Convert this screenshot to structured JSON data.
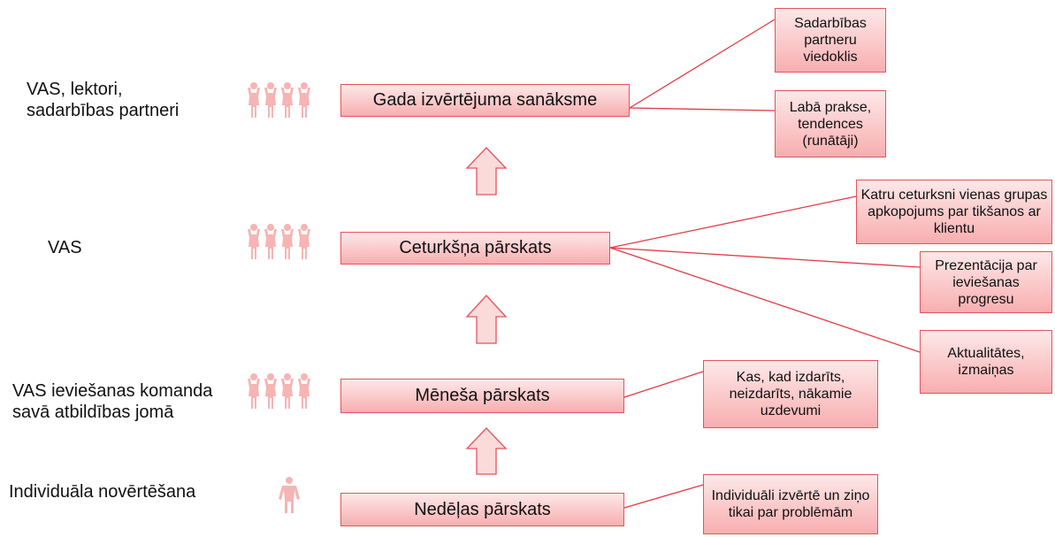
{
  "roles": {
    "annual": "VAS, lektori, sadarbības partneri",
    "quarterly": "VAS",
    "monthly": "VAS ieviešanas komanda savā atbildības jomā",
    "weekly": "Individuāla novērtēšana"
  },
  "meetings": {
    "annual": "Gada izvērtējuma sanāksme",
    "quarterly": "Ceturkšņa pārskats",
    "monthly": "Mēneša pārskats",
    "weekly": "Nedēļas pārskats"
  },
  "notes": {
    "annual_partners": "Sadarbības partneru viedoklis",
    "annual_practice": "Labā prakse, tendences (runātāji)",
    "quarterly_summary": "Katru ceturksni vienas grupas apkopojums par tikšanos ar klientu",
    "quarterly_presentation": "Prezentācija par ieviešanas progresu",
    "quarterly_news": "Aktualitātes, izmaiņas",
    "monthly_status": "Kas, kad izdarīts, neizdarīts, nākamie uzdevumi",
    "weekly_individual": "Individuāli izvērtē un ziņo tikai par problēmām"
  },
  "colors": {
    "box_border": "#e4545a",
    "box_fill_top": "#fde8e8",
    "box_fill_bottom": "#f8aeb0",
    "connector": "#e23a44",
    "people": "#f6b4b4"
  },
  "icons": {
    "group": "group-people-icon",
    "person": "person-icon",
    "arrow": "up-arrow-icon"
  }
}
